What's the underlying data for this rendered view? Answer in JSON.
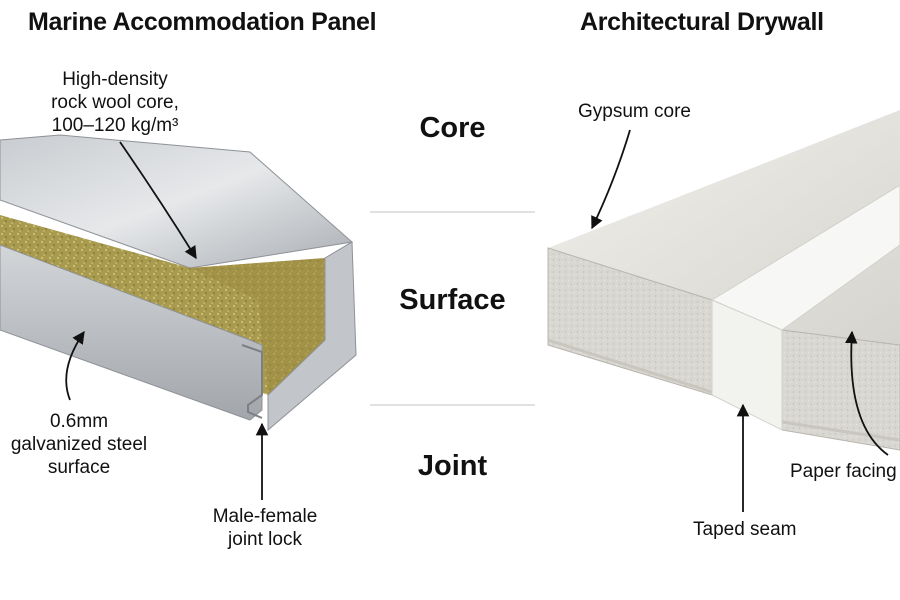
{
  "left_panel": {
    "title": "Marine Accommodation Panel",
    "callouts": {
      "core": [
        "High-density",
        "rock wool core,",
        "100–120 kg/m³"
      ],
      "surface": [
        "0.6mm",
        "galvanized steel",
        "surface"
      ],
      "joint": [
        "Male-female",
        "joint lock"
      ]
    }
  },
  "right_panel": {
    "title": "Architectural Drywall",
    "callouts": {
      "core": "Gypsum core",
      "seam": "Taped seam",
      "facing": "Paper facing"
    }
  },
  "comparison": {
    "labels": [
      "Core",
      "Surface",
      "Joint"
    ]
  },
  "colors": {
    "steel": "#b9bcc0",
    "rock_wool": "#a89a4e",
    "gypsum": "#dedcd6",
    "tape": "#f7f7f5"
  }
}
